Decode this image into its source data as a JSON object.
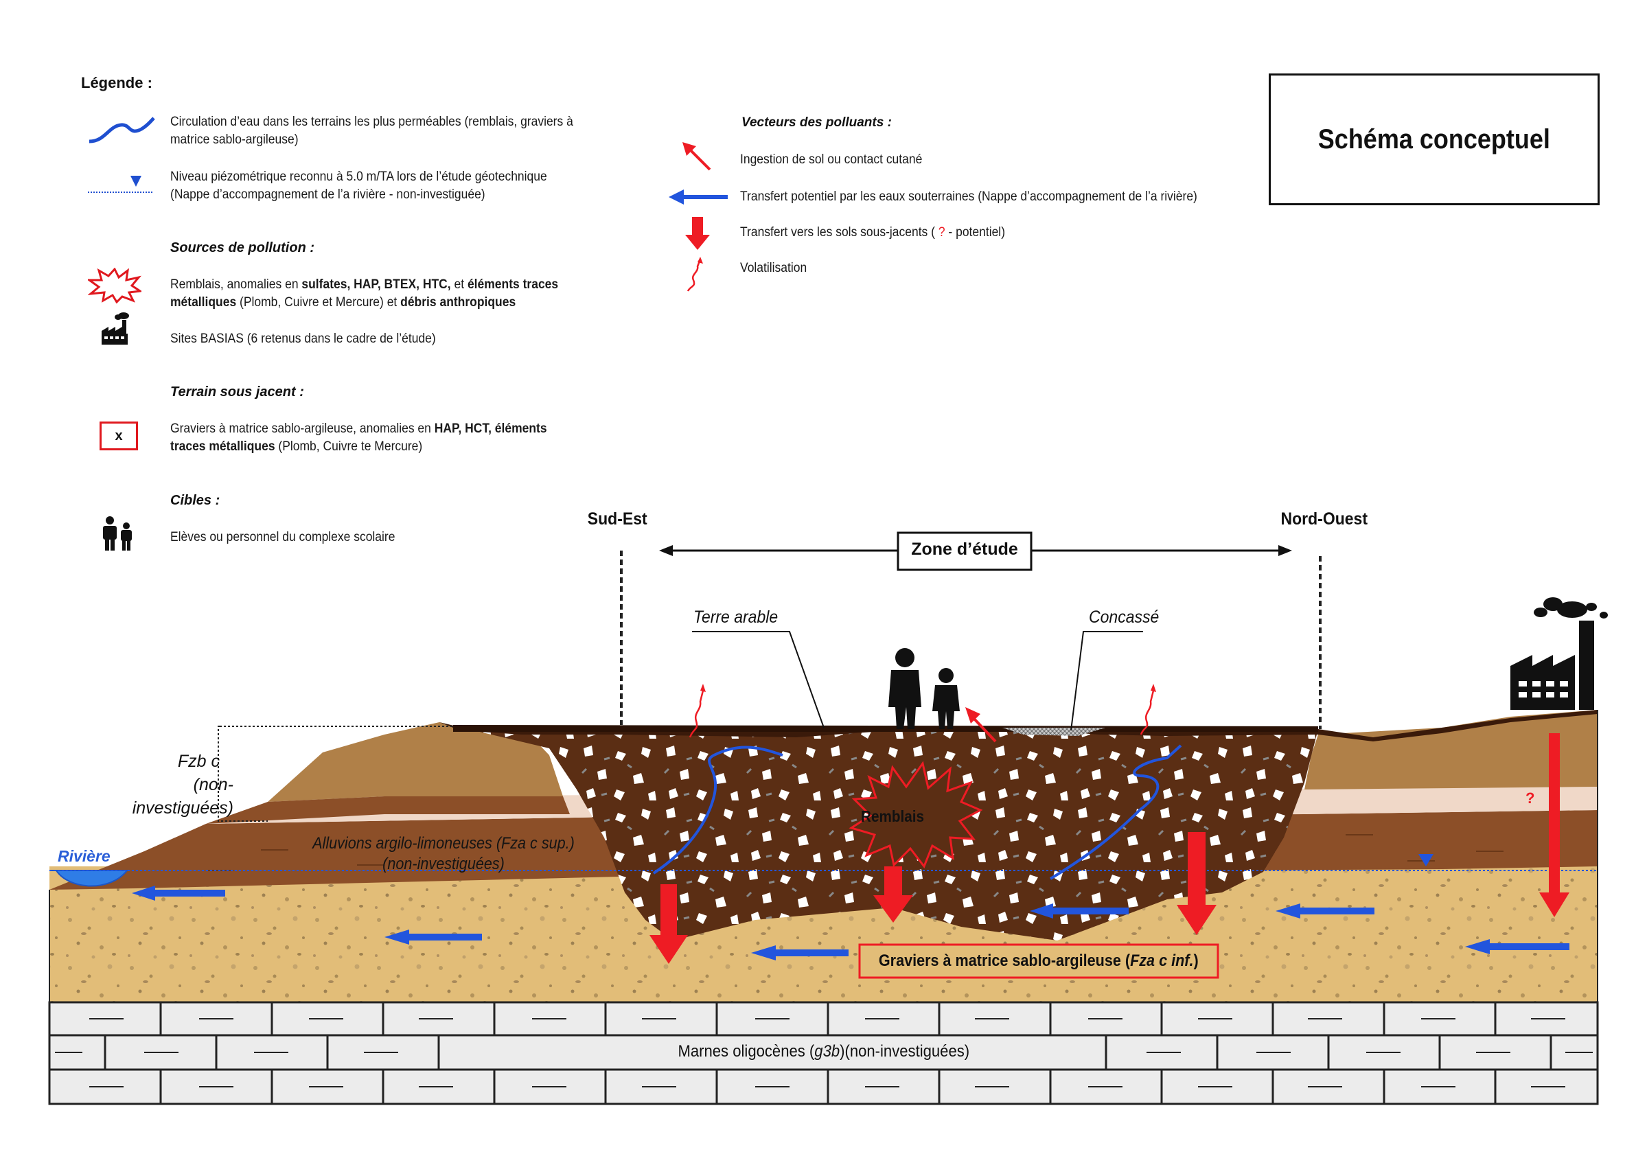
{
  "title": "Schéma conceptuel",
  "legend": {
    "heading": "Légende :",
    "water": "Circulation d'eau dans les terrains les plus perméables (remblais, graviers à matrice sablo-argileuse)",
    "water_l1": "Circulation d’eau dans les terrains les plus perméables (remblais, graviers à",
    "water_l2": "matrice sablo-argileuse)",
    "piezo_l1": "Niveau piézométrique reconnu à 5.0 m/TA lors de l’étude géotechnique",
    "piezo_l2": "(Nappe d’accompagnement de l’a rivière - non-investiguée)",
    "sources_heading": "Sources de pollution :",
    "remblais_l1_a": "Remblais, anomalies en ",
    "remblais_l1_b": "sulfates, HAP, BTEX, HTC,",
    "remblais_l1_c": " et ",
    "remblais_l1_d": "éléments traces",
    "remblais_l2_a": "métalliques",
    "remblais_l2_b": " (Plomb, Cuivre et Mercure) et ",
    "remblais_l2_c": "débris anthropiques",
    "basias": "Sites BASIAS (6 retenus dans le cadre de l’étude)",
    "terrain_heading": "Terrain sous jacent :",
    "x_mark": "x",
    "graviers_l1_a": "Graviers à matrice sablo-argileuse, anomalies en ",
    "graviers_l1_b": "HAP, HCT, éléments",
    "graviers_l2_a": "traces métalliques",
    "graviers_l2_b": " (Plomb, Cuivre te Mercure)",
    "cibles_heading": "Cibles :",
    "cibles": "Elèves ou personnel du complexe scolaire",
    "vecteurs_heading": "Vecteurs des polluants :",
    "ingestion": "Ingestion de sol ou contact cutané",
    "transfert_eaux": "Transfert  potentiel par les eaux souterraines (Nappe d’accompagnement de l’a rivière)",
    "transfert_sols_a": "Transfert vers les sols sous-jacents ( ",
    "transfert_sols_q": "?",
    "transfert_sols_b": " - potentiel)",
    "volatilisation": "Volatilisation"
  },
  "section": {
    "sud_est": "Sud-Est",
    "nord_ouest": "Nord-Ouest",
    "zone": "Zone d’étude",
    "terre_arable": "Terre arable",
    "concasse": "Concassé",
    "fzb_l1": "Fzb c",
    "fzb_l2": "(non-investiguées)",
    "riviere": "Rivière",
    "alluvions_l1": "Alluvions argilo-limoneuses (Fza c sup.)",
    "alluvions_l2": "(non-investiguées)",
    "remblais": "Remblais",
    "graviers_box_a": "Graviers à matrice sablo-argileuse (",
    "graviers_box_b": "Fza c inf.",
    "graviers_box_c": ")",
    "marnes_a": "Marnes oligocènes (",
    "marnes_b": "g3b",
    "marnes_c": ")(non-investiguées)",
    "question": "?"
  },
  "colors": {
    "remblais_fill": "#5b2e14",
    "graviers_fill": "#e2bd78",
    "alluvions_fill": "#8c4f28",
    "fzb_fill": "#b08048",
    "clay_band": "#f0d8c8",
    "marnes_fill": "#ececec",
    "arrow_red": "#ee1c24",
    "arrow_blue": "#2255dd",
    "water": "#2f5fd8"
  }
}
